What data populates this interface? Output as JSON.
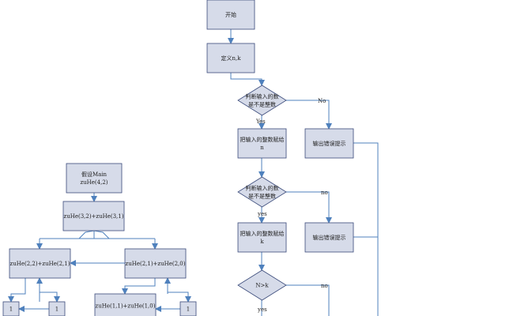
{
  "diagram": {
    "colors": {
      "box_fill": "#d6dbe9",
      "box_stroke": "#3a4a7a",
      "line": "#4f81bd"
    },
    "nodes": {
      "start": {
        "lines": [
          "开始"
        ]
      },
      "define": {
        "lines": [
          "定义n,k"
        ]
      },
      "check_n": {
        "lines": [
          "判断输入的数",
          "是不是整数"
        ]
      },
      "assign_n": {
        "lines": [
          "把输入的整数赋给",
          "n"
        ]
      },
      "error_1": {
        "lines": [
          "输出错误提示"
        ]
      },
      "check_k": {
        "lines": [
          "判断输入的数",
          "是不是整数"
        ]
      },
      "assign_k": {
        "lines": [
          "把输入的整数赋给",
          "k"
        ]
      },
      "error_2": {
        "lines": [
          "输出错误提示"
        ]
      },
      "compare": {
        "lines": [
          "N>k"
        ]
      },
      "assume_main": {
        "lines": [
          "假设Main",
          "zuHe(4,2)"
        ]
      },
      "expand_42": {
        "lines": [
          "zuHe(3,2)+zuHe(3,1)"
        ]
      },
      "expand_32": {
        "lines": [
          "zuHe(2,2)+zuHe(2,1)"
        ]
      },
      "expand_21": {
        "lines": [
          "zuHe(2,1)+zuHe(2,0)"
        ]
      },
      "leaf_a": {
        "lines": [
          "1"
        ]
      },
      "leaf_b": {
        "lines": [
          "1"
        ]
      },
      "expand_11": {
        "lines": [
          "zuHe(1,1)+zuHe(1,0)"
        ]
      },
      "leaf_c": {
        "lines": [
          "1"
        ]
      }
    },
    "edge_labels": {
      "no_1": "No",
      "yes_1": "Yes",
      "no_2": "no",
      "yes_2": "yes",
      "no_3": "no",
      "yes_3": "yes"
    }
  }
}
